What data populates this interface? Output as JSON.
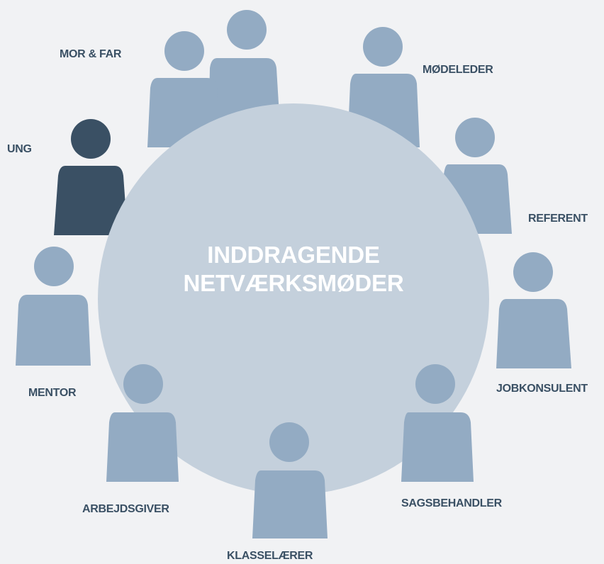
{
  "title_lines": [
    "INDDRAGENDE",
    "NETVÆRKSMØDER"
  ],
  "participants": {
    "mor_far": "MOR & FAR",
    "modeleder": "MØDELEDER",
    "ung": "UNG",
    "referent": "REFERENT",
    "mentor": "MENTOR",
    "jobkonsulent": "JOBKONSULENT",
    "arbejdsgiver": "ARBEJDSGIVER",
    "sagsbehandler": "SAGSBEHANDLER",
    "klasselaerer": "KLASSELÆRER"
  },
  "colors": {
    "background": "#f1f2f4",
    "table": "#c4d0dc",
    "person": "#93abc3",
    "highlighted_person": "#3a5064",
    "label": "#3a5064",
    "title": "#ffffff"
  }
}
